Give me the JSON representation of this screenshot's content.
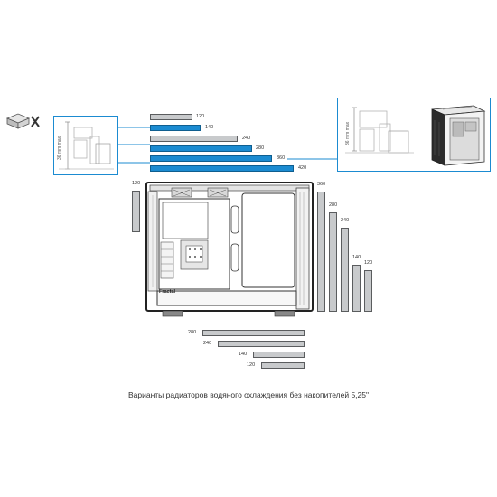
{
  "top_radiators": {
    "items": [
      {
        "label": "120",
        "highlight": false
      },
      {
        "label": "140",
        "highlight": true
      },
      {
        "label": "240",
        "highlight": false
      },
      {
        "label": "280",
        "highlight": true
      },
      {
        "label": "360",
        "highlight": true
      },
      {
        "label": "420",
        "highlight": true
      }
    ]
  },
  "front_radiators": {
    "items": [
      {
        "label": "360"
      },
      {
        "label": "280"
      },
      {
        "label": "240"
      },
      {
        "label": "140"
      },
      {
        "label": "120"
      }
    ]
  },
  "rear_radiator": {
    "label": "120"
  },
  "bottom_radiators": {
    "items": [
      {
        "label": "280"
      },
      {
        "label": "240"
      },
      {
        "label": "140"
      },
      {
        "label": "120"
      }
    ]
  },
  "clearance_label": "36 mm max",
  "case_brand": "Fractal",
  "caption": "Варианты радиаторов водяного охлаждения без накопителей 5,25\"",
  "colors": {
    "highlight": "#1b8bd1",
    "bar": "#c8cacc",
    "outline": "#5a5c5e"
  },
  "icons": {
    "no_drive": "drive-crossed-icon"
  }
}
